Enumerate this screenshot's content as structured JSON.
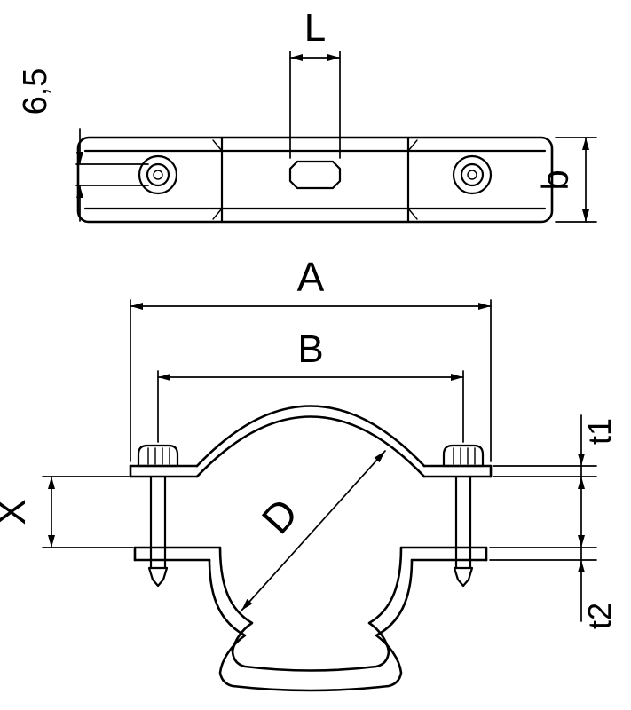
{
  "colors": {
    "line": "#000000",
    "background": "#ffffff"
  },
  "top_view": {
    "dim_slot_width": "L",
    "dim_hole": "6,5",
    "dim_band_width": "b"
  },
  "front_view": {
    "dim_overall_width": "A",
    "dim_screw_spacing": "B",
    "dim_clamping_range": "X",
    "dim_pipe_diameter": "D",
    "dim_thickness_top": "t1",
    "dim_thickness_bottom": "t2"
  }
}
